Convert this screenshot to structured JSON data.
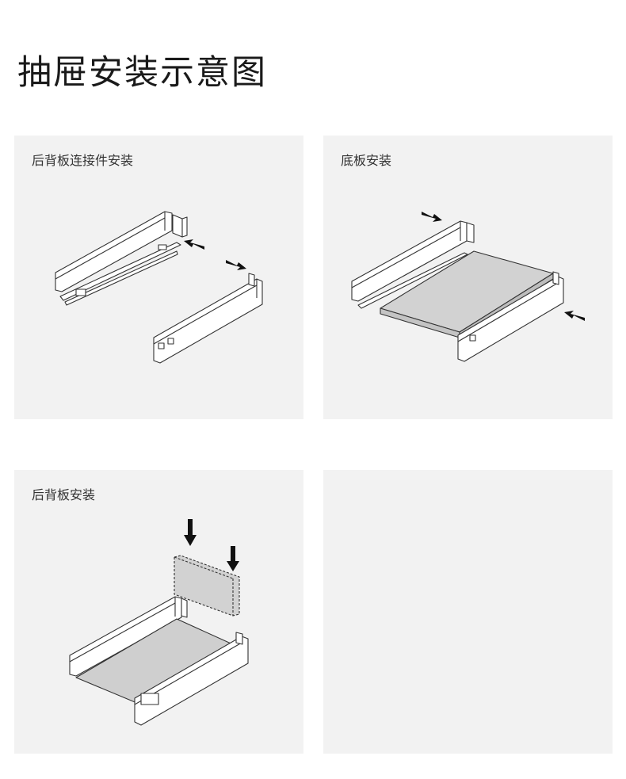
{
  "page": {
    "title": "抽屉安装示意图"
  },
  "panels": [
    {
      "label": "后背板连接件安装"
    },
    {
      "label": "底板安装"
    },
    {
      "label": "后背板安装"
    },
    {
      "label": ""
    }
  ],
  "colors": {
    "panel_bg": "#f2f2f2",
    "stroke": "#333333",
    "panel_fill": "#ffffff",
    "board_fill": "#d2d2d2",
    "arrow": "#111111"
  },
  "icons": [
    "arrow-icon",
    "arrow-down-icon"
  ]
}
